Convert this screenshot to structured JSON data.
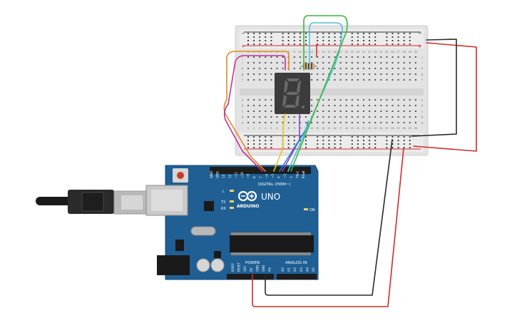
{
  "breadboard": {
    "column_numbers": [
      "1",
      "2",
      "3",
      "4",
      "5",
      "6",
      "7",
      "8",
      "9",
      "10",
      "11",
      "12",
      "13",
      "14",
      "15",
      "16",
      "17",
      "18",
      "19",
      "20",
      "21",
      "22",
      "23",
      "24",
      "25",
      "26",
      "27",
      "28",
      "29",
      "30"
    ],
    "row_letters_top": [
      "j",
      "i",
      "h",
      "g",
      "f"
    ],
    "row_letters_bottom": [
      "e",
      "d",
      "c",
      "b",
      "a"
    ],
    "rail_minus": "−",
    "rail_plus": "+"
  },
  "arduino": {
    "logo_text": "ARDUINO",
    "model": "UNO",
    "digital_label": "DIGITAL (PWM~)",
    "power_label": "POWER",
    "analog_label": "ANALOG IN",
    "on_label": "ON",
    "l_label": "L",
    "tx_label": "TX",
    "rx_label": "RX",
    "digital_pin_labels": [
      "AREF",
      "GND",
      "13",
      "12",
      "~11",
      "~10",
      "~9",
      "8",
      "7",
      "~6",
      "~5",
      "4",
      "~3",
      "2",
      "TX▸1",
      "RX◂0"
    ],
    "power_pin_labels": [
      "IOREF",
      "RESET",
      "3V3",
      "5V",
      "GND",
      "GND",
      "Vin"
    ],
    "analog_pin_labels": [
      "A0",
      "A1",
      "A2",
      "A3",
      "A4",
      "A5"
    ]
  },
  "colors": {
    "board": "#1f5f94",
    "breadboard": "#e6e6e6",
    "orange": "#e08a1e",
    "magenta": "#c1319a",
    "purple": "#8a44c8",
    "yellow": "#e6c619",
    "blue": "#1c7fd6",
    "cyan": "#4cc3d9",
    "green": "#3bb53d",
    "red": "#d42a2a",
    "black": "#2a2a2a"
  },
  "wires": [
    "orange",
    "magenta",
    "purple",
    "yellow",
    "blue",
    "cyan",
    "green",
    "red-5v",
    "black-gnd"
  ]
}
